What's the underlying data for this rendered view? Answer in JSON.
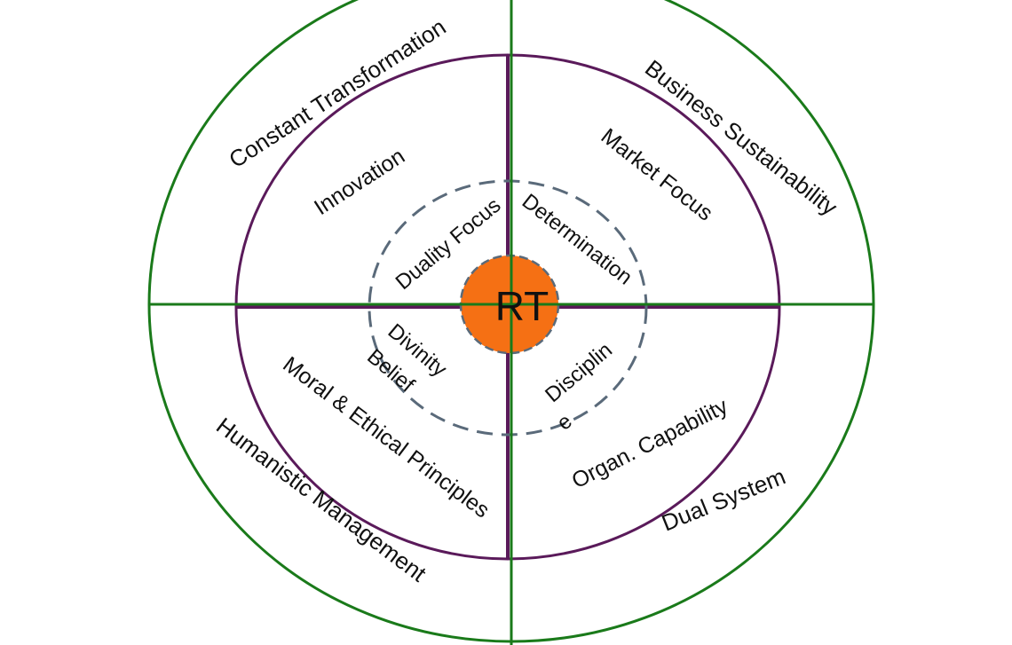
{
  "center": {
    "label": "RT"
  },
  "outer_ring": {
    "top_left": "Constant Transformation",
    "top_right": "Business Sustainability",
    "bottom_left": "Humanistic Management",
    "bottom_right": "Dual System"
  },
  "middle_ring": {
    "top_left": "Innovation",
    "top_right": "Market Focus",
    "bottom_left": "Moral & Ethical Principles",
    "bottom_right": "Organ. Capability"
  },
  "inner_ring": {
    "top_left": "Duality Focus",
    "top_right": "Determination",
    "bottom_left_1": "Divinity",
    "bottom_left_2": "Belief",
    "bottom_right_1": "Disciplin",
    "bottom_right_2": "e"
  },
  "colors": {
    "outer": "#1a7a1a",
    "middle": "#5a1a5a",
    "inner_dash": "#5a6a7a",
    "core": "#f57014"
  }
}
